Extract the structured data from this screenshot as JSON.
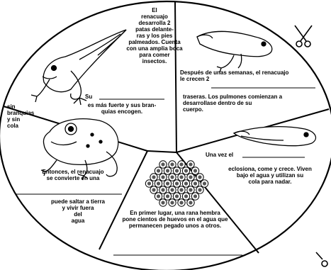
{
  "worksheet": {
    "stages": [
      {
        "id": "froglet",
        "text_top": "El\nrenacuajo\ndesarrolla 2\npatas delante-\nras y los pies\npalmeados. Cuenta\ncon una amplia boca\npara comer\ninsectos.",
        "text_su": "Su",
        "text_bottom": "es más fuerte y sus bran-\nquias encogen."
      },
      {
        "id": "tadpole-hind-legs",
        "text_top": "Después de unas semanas, el renacuajo\nle crecen 2",
        "text_bottom": "traseras. Los pulmones comienzan a\ndesarrollase dentro de su\ncuerpo."
      },
      {
        "id": "tadpole",
        "text_a": "Una vez el",
        "text_b": "eclosiona, come y crece. Viven\nbajo el agua y utilizan su\ncola para nadar."
      },
      {
        "id": "eggs",
        "text": "En primer lugar, una rana hembra\npone cientos de huevos en el agua que\npermanecen pegado unos a otros."
      },
      {
        "id": "frog",
        "text_left": "sin\nbranquias\ny sin\ncola",
        "text_mid": "Entonces, el renacuajo\nse convierte en una",
        "text_bottom": "puede saltar a tierra\ny vivir fuera\ndel\nagua"
      }
    ],
    "colors": {
      "ink": "#000000",
      "paper": "#ffffff",
      "egg": "#555555"
    },
    "icons": [
      "scissors-icon",
      "frog-illustration",
      "tadpole-illustration",
      "frog-eggs-illustration"
    ]
  }
}
